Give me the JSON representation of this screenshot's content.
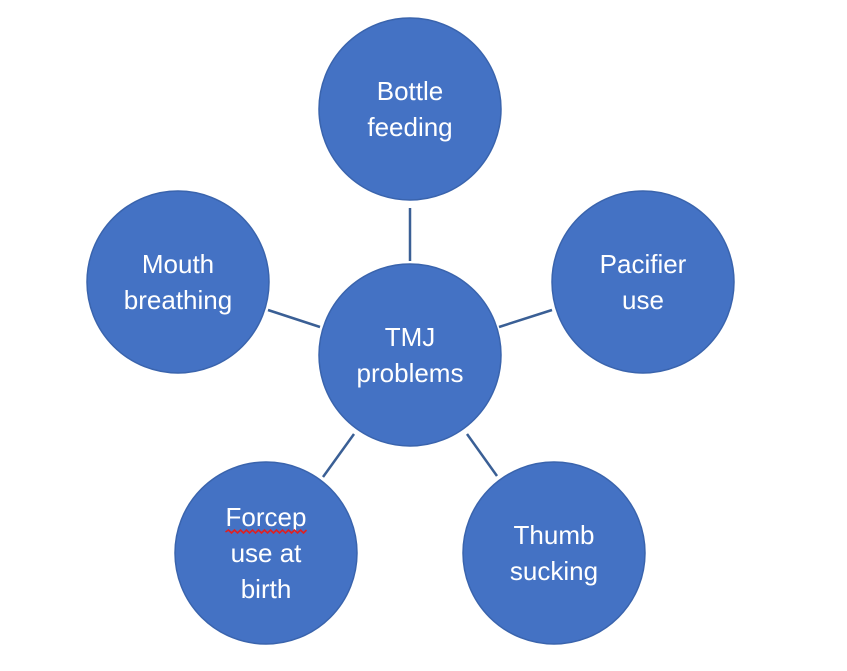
{
  "colors": {
    "node_fill": "#4472c4",
    "connector": "#3a5f95",
    "label_text": "#ffffff",
    "spellcheck_underline": "#e02020"
  },
  "center": {
    "lines": [
      "TMJ",
      "problems"
    ]
  },
  "nodes": [
    {
      "id": "bottle-feeding",
      "lines": [
        "Bottle",
        "feeding"
      ]
    },
    {
      "id": "pacifier-use",
      "lines": [
        "Pacifier",
        "use"
      ]
    },
    {
      "id": "thumb-sucking",
      "lines": [
        "Thumb",
        "sucking"
      ]
    },
    {
      "id": "forcep-use-at-birth",
      "lines": [
        "Forcep",
        "use at",
        "birth"
      ],
      "spellcheck_word": "Forcep"
    },
    {
      "id": "mouth-breathing",
      "lines": [
        "Mouth",
        "breathing"
      ]
    }
  ]
}
